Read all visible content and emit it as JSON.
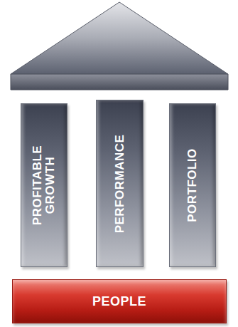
{
  "diagram": {
    "nodes": [
      {
        "text": [
          "PROFITABLE GROWTH"
        ]
      },
      {
        "text": [
          "PERFORMANCE"
        ]
      },
      {
        "text": [
          "PORTFOLIO"
        ]
      },
      {
        "text": [
          "PEOPLE"
        ]
      }
    ]
  }
}
